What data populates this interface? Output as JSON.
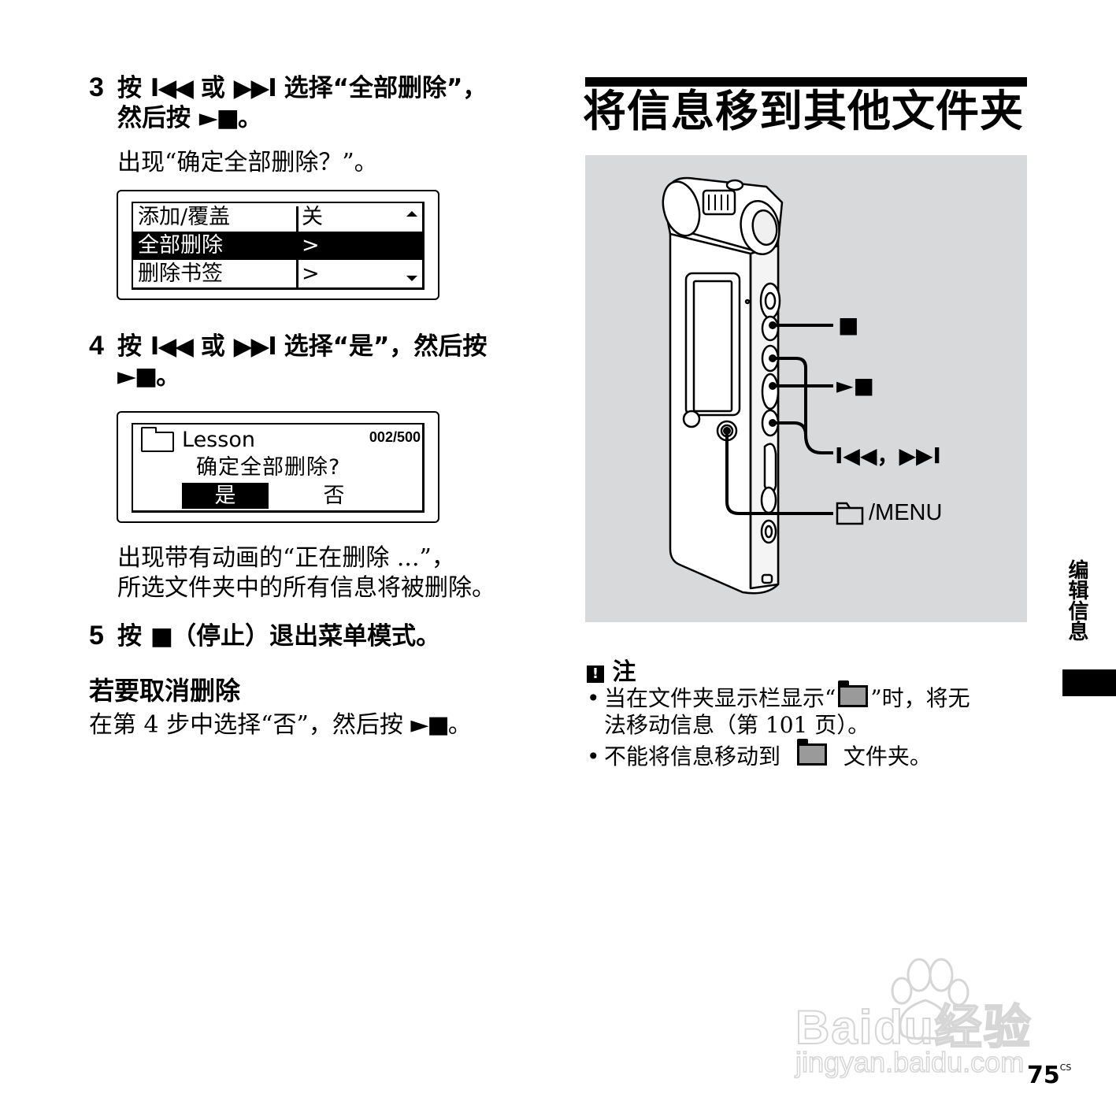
{
  "left_column": {
    "step3": {
      "number": "3",
      "line1": "按 ⏮ 或 ⏭ 选择“全部删除”，",
      "line1_parts": {
        "a": "按",
        "prev_sym": "I◀◀",
        "b": "或",
        "next_sym": "▶▶I",
        "c": "选择“全部删除”，"
      },
      "line2_parts": {
        "a": "然后按",
        "play_stop_sym": "►■",
        "b": "。"
      },
      "result": "出现“确定全部删除？”。"
    },
    "menu_screen": {
      "rows": [
        {
          "label": "添加/覆盖",
          "value": "关",
          "selected": false
        },
        {
          "label": "全部删除",
          "value": ">",
          "selected": true
        },
        {
          "label": "删除书签",
          "value": ">",
          "selected": false
        }
      ],
      "scroll_up_icon": "triangle-up",
      "scroll_down_icon": "triangle-down"
    },
    "step4": {
      "number": "4",
      "line1_parts": {
        "a": "按",
        "prev_sym": "I◀◀",
        "b": "或",
        "next_sym": "▶▶I",
        "c": "选择“是”，然后按"
      },
      "line2_parts": {
        "play_stop_sym": "►■",
        "b": "。"
      }
    },
    "confirm_screen": {
      "folder_name": "Lesson",
      "counter": "002/500",
      "prompt": "确定全部删除?",
      "yes": "是",
      "no": "否",
      "selected": "是"
    },
    "step4_result_line1": "出现带有动画的“正在删除 ...”，",
    "step4_result_line2": "所选文件夹中的所有信息将被删除。",
    "step5": {
      "number": "5",
      "parts": {
        "a": "按",
        "stop_sym": "■",
        "b": "（停止）退出菜单模式。"
      }
    },
    "cancel_section": {
      "heading": "若要取消删除",
      "text_parts": {
        "a": "在第 4 步中选择“否”，然后按",
        "play_stop_sym": "►■",
        "b": "。"
      }
    }
  },
  "right_column": {
    "title": "将信息移到其他文件夹",
    "illustration": {
      "background": "#d8d9db",
      "callouts": {
        "stop": "■",
        "play_stop": "►■",
        "prev_next": "I◀◀，▶▶I",
        "folder_menu": "/MENU"
      }
    },
    "note": {
      "icon": "exclamation-box",
      "heading": "注",
      "items": [
        {
          "line1_a": "当在文件夹显示栏显示“",
          "line1_b": "”时，将无",
          "line2": "法移动信息（第 101 页）。"
        },
        {
          "a": "不能将信息移动到",
          "b": "文件夹。"
        }
      ]
    }
  },
  "side_tab": {
    "label": "编辑信息"
  },
  "watermark": {
    "brand": "Baidu经验",
    "url": "jingyan.baidu.com"
  },
  "footer": {
    "page_number": "75",
    "suffix": "CS"
  }
}
